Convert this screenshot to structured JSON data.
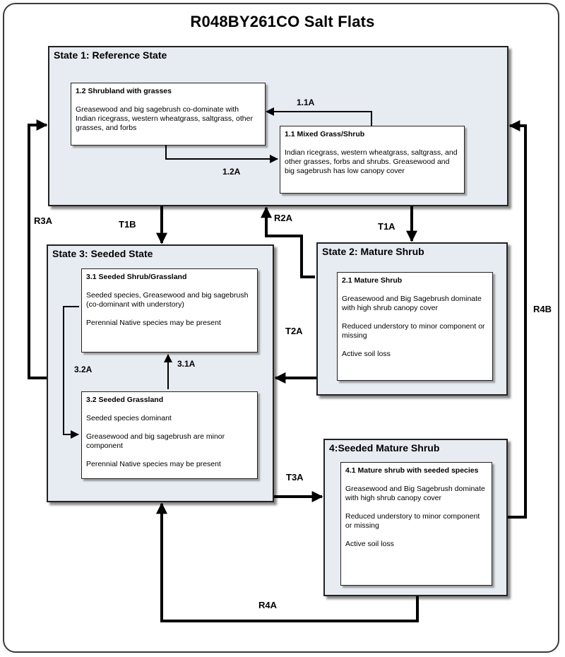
{
  "title": "R048BY261CO Salt Flats",
  "states": {
    "s1": {
      "title": "State 1: Reference State",
      "c12": {
        "title": "1.2 Shrubland with grasses",
        "desc": [
          "Greasewood and big sagebrush co-dominate with Indian ricegrass, western wheatgrass, saltgrass, other grasses, and forbs"
        ]
      },
      "c11": {
        "title": "1.1 Mixed Grass/Shrub",
        "desc": [
          "Indian ricegrass, western wheatgrass, saltgrass, and other grasses, forbs and shrubs. Greasewood and big sagebrush has low canopy cover"
        ]
      }
    },
    "s2": {
      "title": "State 2: Mature Shrub",
      "c21": {
        "title": "2.1 Mature Shrub",
        "desc": [
          "Greasewood and Big Sagebrush dominate with high shrub canopy cover",
          "Reduced understory to minor component or missing",
          "Active soil loss"
        ]
      }
    },
    "s3": {
      "title": "State 3: Seeded State",
      "c31": {
        "title": "3.1 Seeded Shrub/Grassland",
        "desc": [
          "Seeded species, Greasewood and big sagebrush (co-dominant with understory)",
          "Perennial Native species may be present"
        ]
      },
      "c32": {
        "title": "3.2 Seeded Grassland",
        "desc": [
          "Seeded species dominant",
          "Greasewood and big sagebrush are minor component",
          "Perennial Native species may be present"
        ]
      }
    },
    "s4": {
      "title": "4:Seeded Mature Shrub",
      "c41": {
        "title": "4.1 Mature shrub with seeded species",
        "desc": [
          "Greasewood and Big Sagebrush dominate with high shrub canopy cover",
          "Reduced understory to minor component or missing",
          "Active soil loss"
        ]
      }
    }
  },
  "transitions": {
    "t11a": "1.1A",
    "t12a": "1.2A",
    "t1b": "T1B",
    "t1a": "T1A",
    "r2a": "R2A",
    "r3a": "R3A",
    "t2a": "T2A",
    "r4b": "R4B",
    "t32a": "3.2A",
    "t31a": "3.1A",
    "t3a": "T3A",
    "r4a": "R4A"
  }
}
